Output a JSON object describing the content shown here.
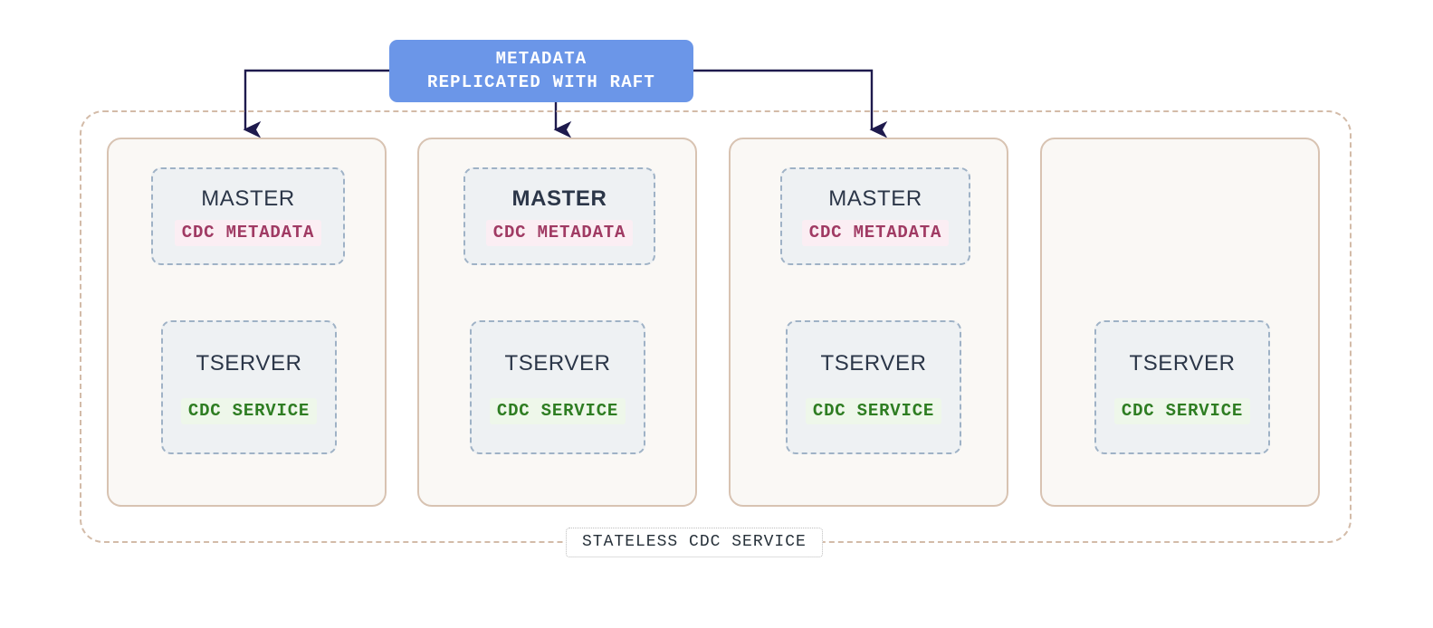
{
  "diagram": {
    "title_box": {
      "name": "metadata-replicated-with-raft",
      "line1": "METADATA",
      "line2": "REPLICATED WITH RAFT",
      "bg_color": "#6b96e8",
      "text_color": "#ffffff"
    },
    "region": {
      "label": "STATELESS CDC SERVICE",
      "border_color": "#d3bba8",
      "label_text_color": "#27313a"
    },
    "colors": {
      "card_bg": "#faf8f5",
      "card_border": "#d8c3b2",
      "proc_bg": "#eef1f3",
      "proc_border": "#9fb2c6",
      "proc_title": "#2b3648",
      "metadata_tag_text": "#a03a63",
      "metadata_tag_bg": "#fbeef3",
      "service_tag_text": "#2e7d22",
      "service_tag_bg": "#eef7ea",
      "connector": "#1e1a4d"
    },
    "nodes": [
      {
        "id": "node-1",
        "has_master": true,
        "master": {
          "title": "MASTER",
          "leader": false,
          "tag": "CDC METADATA"
        },
        "tserver": {
          "title": "TSERVER",
          "tag": "CDC SERVICE"
        },
        "has_incoming_arrow": true
      },
      {
        "id": "node-2",
        "has_master": true,
        "master": {
          "title": "MASTER",
          "leader": true,
          "tag": "CDC METADATA"
        },
        "tserver": {
          "title": "TSERVER",
          "tag": "CDC SERVICE"
        },
        "has_incoming_arrow": true
      },
      {
        "id": "node-3",
        "has_master": true,
        "master": {
          "title": "MASTER",
          "leader": false,
          "tag": "CDC METADATA"
        },
        "tserver": {
          "title": "TSERVER",
          "tag": "CDC SERVICE"
        },
        "has_incoming_arrow": true
      },
      {
        "id": "node-4",
        "has_master": false,
        "master": null,
        "tserver": {
          "title": "TSERVER",
          "tag": "CDC SERVICE"
        },
        "has_incoming_arrow": false
      }
    ]
  }
}
